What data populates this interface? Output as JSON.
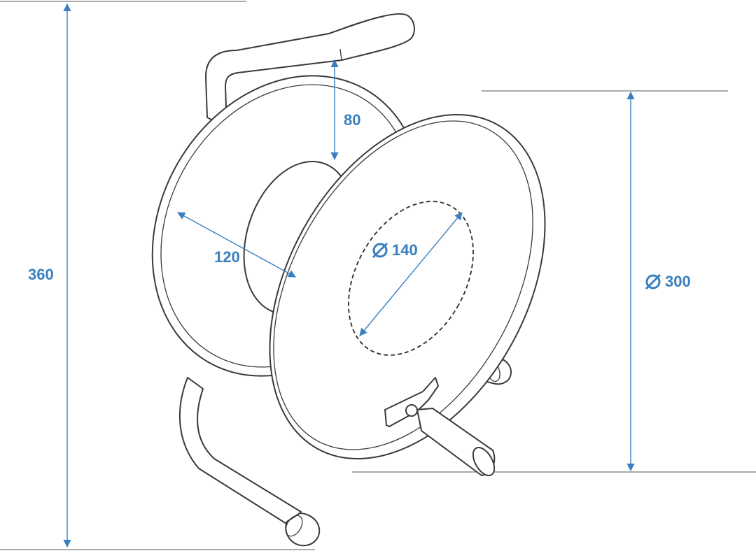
{
  "colors": {
    "dimension": "#3a7fbf",
    "outline": "#3a3a3a"
  },
  "dimensions": {
    "overall_height": {
      "value": "360"
    },
    "top_clearance": {
      "value": "80"
    },
    "drum_width": {
      "value": "120"
    },
    "core_diameter": {
      "value": "140",
      "icon": "diameter-icon"
    },
    "flange_diameter": {
      "value": "300",
      "icon": "diameter-icon"
    }
  }
}
